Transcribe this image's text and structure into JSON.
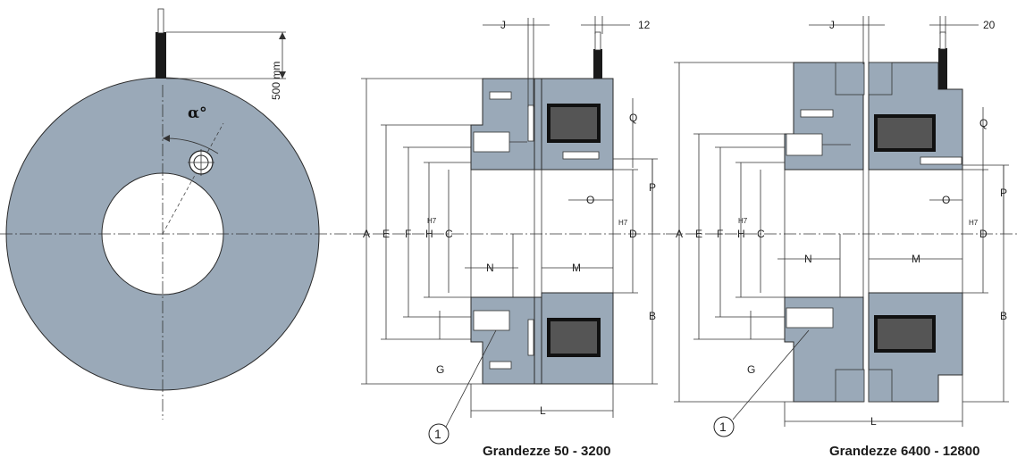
{
  "front_view": {
    "angle_label": "α°",
    "cable_length": "500 mm"
  },
  "small_view": {
    "title": "Grandezze 50 - 3200",
    "top_dim": "12",
    "callout": "1"
  },
  "large_view": {
    "title": "Grandezze 6400 - 12800",
    "top_dim": "20",
    "callout": "1"
  },
  "dim_labels": {
    "A": "A",
    "E": "E",
    "F": "F",
    "H": "H",
    "H7": "H7",
    "C": "C",
    "D": "D",
    "B": "B",
    "G": "G",
    "J": "J",
    "Q": "Q",
    "P": "P",
    "O": "O",
    "N": "N",
    "M": "M",
    "L": "L"
  },
  "colors": {
    "part_fill": "#9aa9b8",
    "coil_fill": "#555555",
    "line": "#2a2a2a"
  }
}
